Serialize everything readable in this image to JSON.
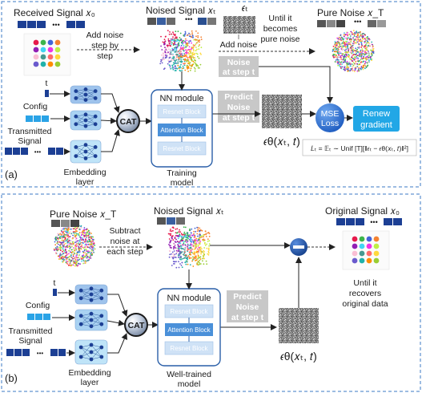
{
  "panel_a": {
    "tag": "(a)",
    "received_signal": "Received Signal 𝑥₀",
    "noised_signal": "Noised Signal 𝑥ₜ",
    "epsilon_t": "𝜖ₜ",
    "pure_noise": "Pure Noise 𝑥_T",
    "add_noise_step": [
      "Add noise",
      "step by",
      "step"
    ],
    "add_noise": "Add noise",
    "until_pure": [
      "Until it",
      "becomes",
      "pure noise"
    ],
    "noise_at_step": [
      "Noise",
      "at step t"
    ],
    "predict_noise": [
      "Predict",
      "Noise",
      "at step t"
    ],
    "input_t": "t",
    "config": "Config",
    "transmitted_signal": [
      "Transmitted",
      "Signal"
    ],
    "ellipsis": "•••",
    "cat": "CAT",
    "nn_module": "NN module",
    "blocks": [
      "Resnet Block",
      "Attention Block",
      "Resnet Block"
    ],
    "embedding_layer": [
      "Embedding",
      "layer"
    ],
    "training_model": [
      "Training",
      "model"
    ],
    "eps_theta": "𝜖θ(𝑥ₜ, 𝑡)",
    "mse_loss": [
      "MSE",
      "Loss"
    ],
    "renew_gradient": [
      "Renew",
      "gradient"
    ],
    "loss_formula": "𝐿ₜ = 𝔼ₜ ∼ Unif [T][‖𝜖ₜ − 𝜖θ(𝑥ₜ, 𝑡)‖²]"
  },
  "panel_b": {
    "tag": "(b)",
    "pure_noise": "Pure Noise 𝑥_T",
    "noised_signal": "Noised Signal 𝑥ₜ",
    "original_signal": "Original Signal 𝑥₀",
    "subtract_noise": [
      "Subtract",
      "noise at",
      "each step"
    ],
    "predict_noise": [
      "Predict",
      "Noise",
      "at step t"
    ],
    "until_recovers": [
      "Until it",
      "recovers",
      "original data"
    ],
    "input_t": "t",
    "config": "Config",
    "transmitted_signal": [
      "Transmitted",
      "Signal"
    ],
    "ellipsis": "•••",
    "cat": "CAT",
    "nn_module": "NN module",
    "blocks": [
      "Resnet Block",
      "Attention Block",
      "Resnet Block"
    ],
    "embedding_layer": [
      "Embedding",
      "layer"
    ],
    "well_trained_model": [
      "Well-trained",
      "model"
    ],
    "eps_theta": "𝜖θ(𝑥ₜ, 𝑡)"
  },
  "colors": {
    "panel_border": "#3b78c4",
    "nn_border": "#2a5fa8",
    "block_fill": "#cfe2f6",
    "mid_block": "#4a90d9",
    "mse_fill": "#2f6fcf",
    "renew_fill": "#22a7e6",
    "grey_box": "#c8c8c8",
    "signal_dark": "#1c3f94",
    "signal_light": "#4fb0e8"
  }
}
